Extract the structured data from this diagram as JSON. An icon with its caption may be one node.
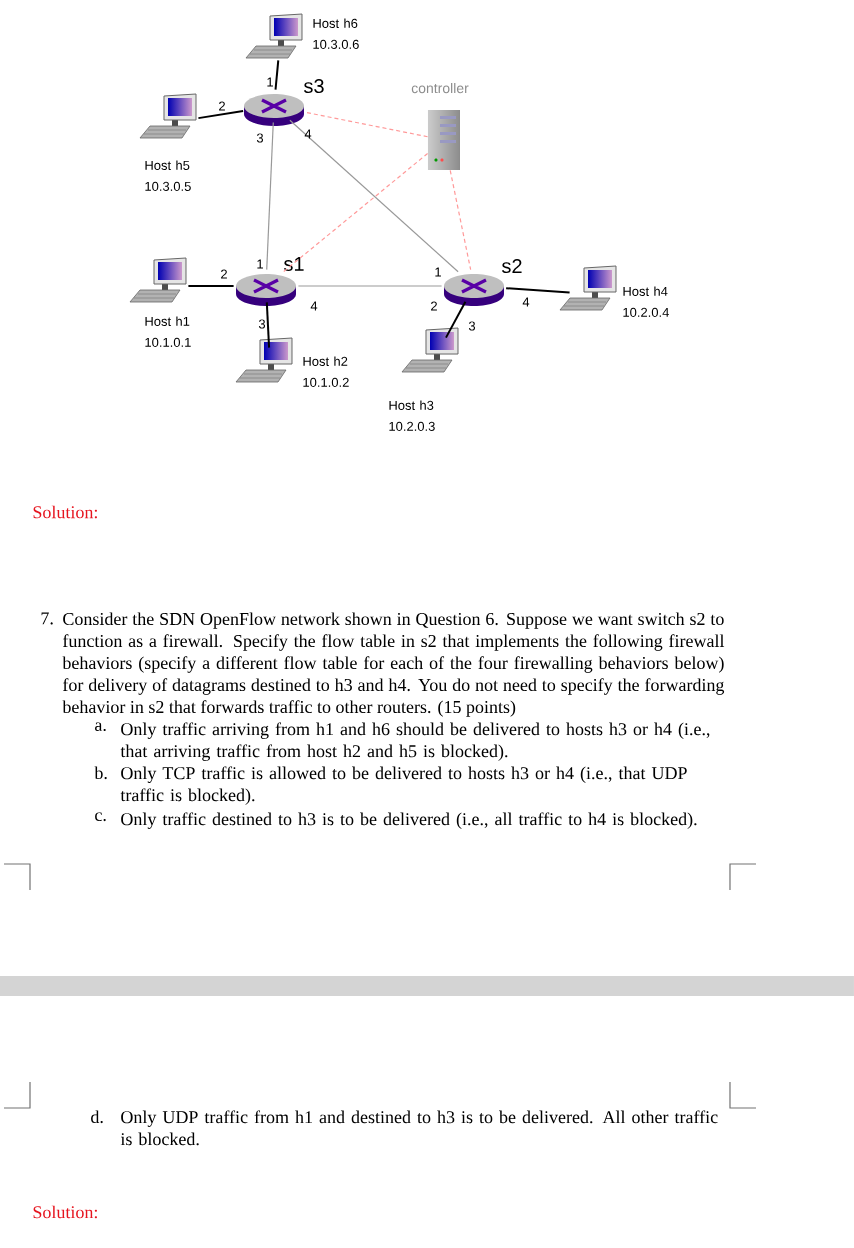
{
  "diagram": {
    "nodes": [
      {
        "text": [],
        "shape": "computer",
        "beside": [
          "Host h6 10.3.0.6"
        ]
      },
      {
        "text": [],
        "shape": "server",
        "beside": [
          "controller"
        ]
      },
      {
        "text": [],
        "shape": "router",
        "beside": [
          "s3"
        ]
      },
      {
        "text": [],
        "shape": "computer",
        "beside": [
          "Host h5 10.3.0.5"
        ]
      },
      {
        "text": [],
        "shape": "router",
        "beside": [
          "s1"
        ]
      },
      {
        "text": [],
        "shape": "router",
        "beside": [
          "s2"
        ]
      },
      {
        "text": [],
        "shape": "computer",
        "beside": [
          "Host h4 10.2.0.4"
        ]
      },
      {
        "text": [],
        "shape": "computer",
        "beside": [
          "Host h1 10.1.0.1"
        ]
      },
      {
        "text": [],
        "shape": "computer",
        "beside": [
          "Host h2 10.1.0.2"
        ]
      },
      {
        "text": [],
        "shape": "computer",
        "beside": [
          "Host h3 10.2.0.3"
        ]
      }
    ],
    "edges": [
      {
        "from": 2,
        "to": 0,
        "arrow": "none"
      },
      {
        "from": 2,
        "to": 3,
        "arrow": "none"
      },
      {
        "from": 2,
        "to": 4,
        "arrow": "none",
        "color": "#999999"
      },
      {
        "from": 2,
        "to": 5,
        "arrow": "none",
        "color": "#999999"
      },
      {
        "from": 4,
        "to": 7,
        "arrow": "none"
      },
      {
        "from": 4,
        "to": 8,
        "arrow": "none"
      },
      {
        "from": 4,
        "to": 5,
        "arrow": "none",
        "color": "#999999"
      },
      {
        "from": 5,
        "to": 9,
        "arrow": "none"
      },
      {
        "from": 5,
        "to": 6,
        "arrow": "none"
      },
      {
        "from": 1,
        "to": 2,
        "arrow": "none",
        "style": "dashed",
        "color": "#ff9999"
      },
      {
        "from": 1,
        "to": 4,
        "arrow": "none",
        "style": "dashed",
        "color": "#ff9999"
      },
      {
        "from": 1,
        "to": 5,
        "arrow": "none",
        "style": "dashed",
        "color": "#ff9999"
      }
    ],
    "labels": [
      "1",
      "2",
      "3",
      "4",
      "1",
      "1",
      "2",
      "4",
      "2",
      "4",
      "3",
      "3",
      "Solution:",
      "7.",
      "Consider the SDN OpenFlow network shown in Question 6. Suppose we want switch s2 to function as a firewall. Specify the flow table in s2 that implements the following firewall behaviors (specify a different flow table for each of the four firewalling behaviors below) for delivery of datagrams destined to h3 and h4. You do not need to specify the forwarding behavior in s2 that forwards traffic to other routers. (15 points)",
      "a.",
      "Only traffic arriving from h1 and h6 should be delivered to hosts h3 or h4 (i.e., that arriving traffic from host h2 and h5 is blocked).",
      "b.",
      "Only TCP traffic is allowed to be delivered to hosts h3 or h4 (i.e., that UDP traffic is blocked).",
      "c.",
      "Only traffic destined to h3 is to be delivered (i.e., all traffic to h4 is blocked).",
      "d.",
      "Only UDP traffic from h1 and destined to h3 is to be delivered. All other traffic is blocked.",
      "Solution:"
    ]
  }
}
